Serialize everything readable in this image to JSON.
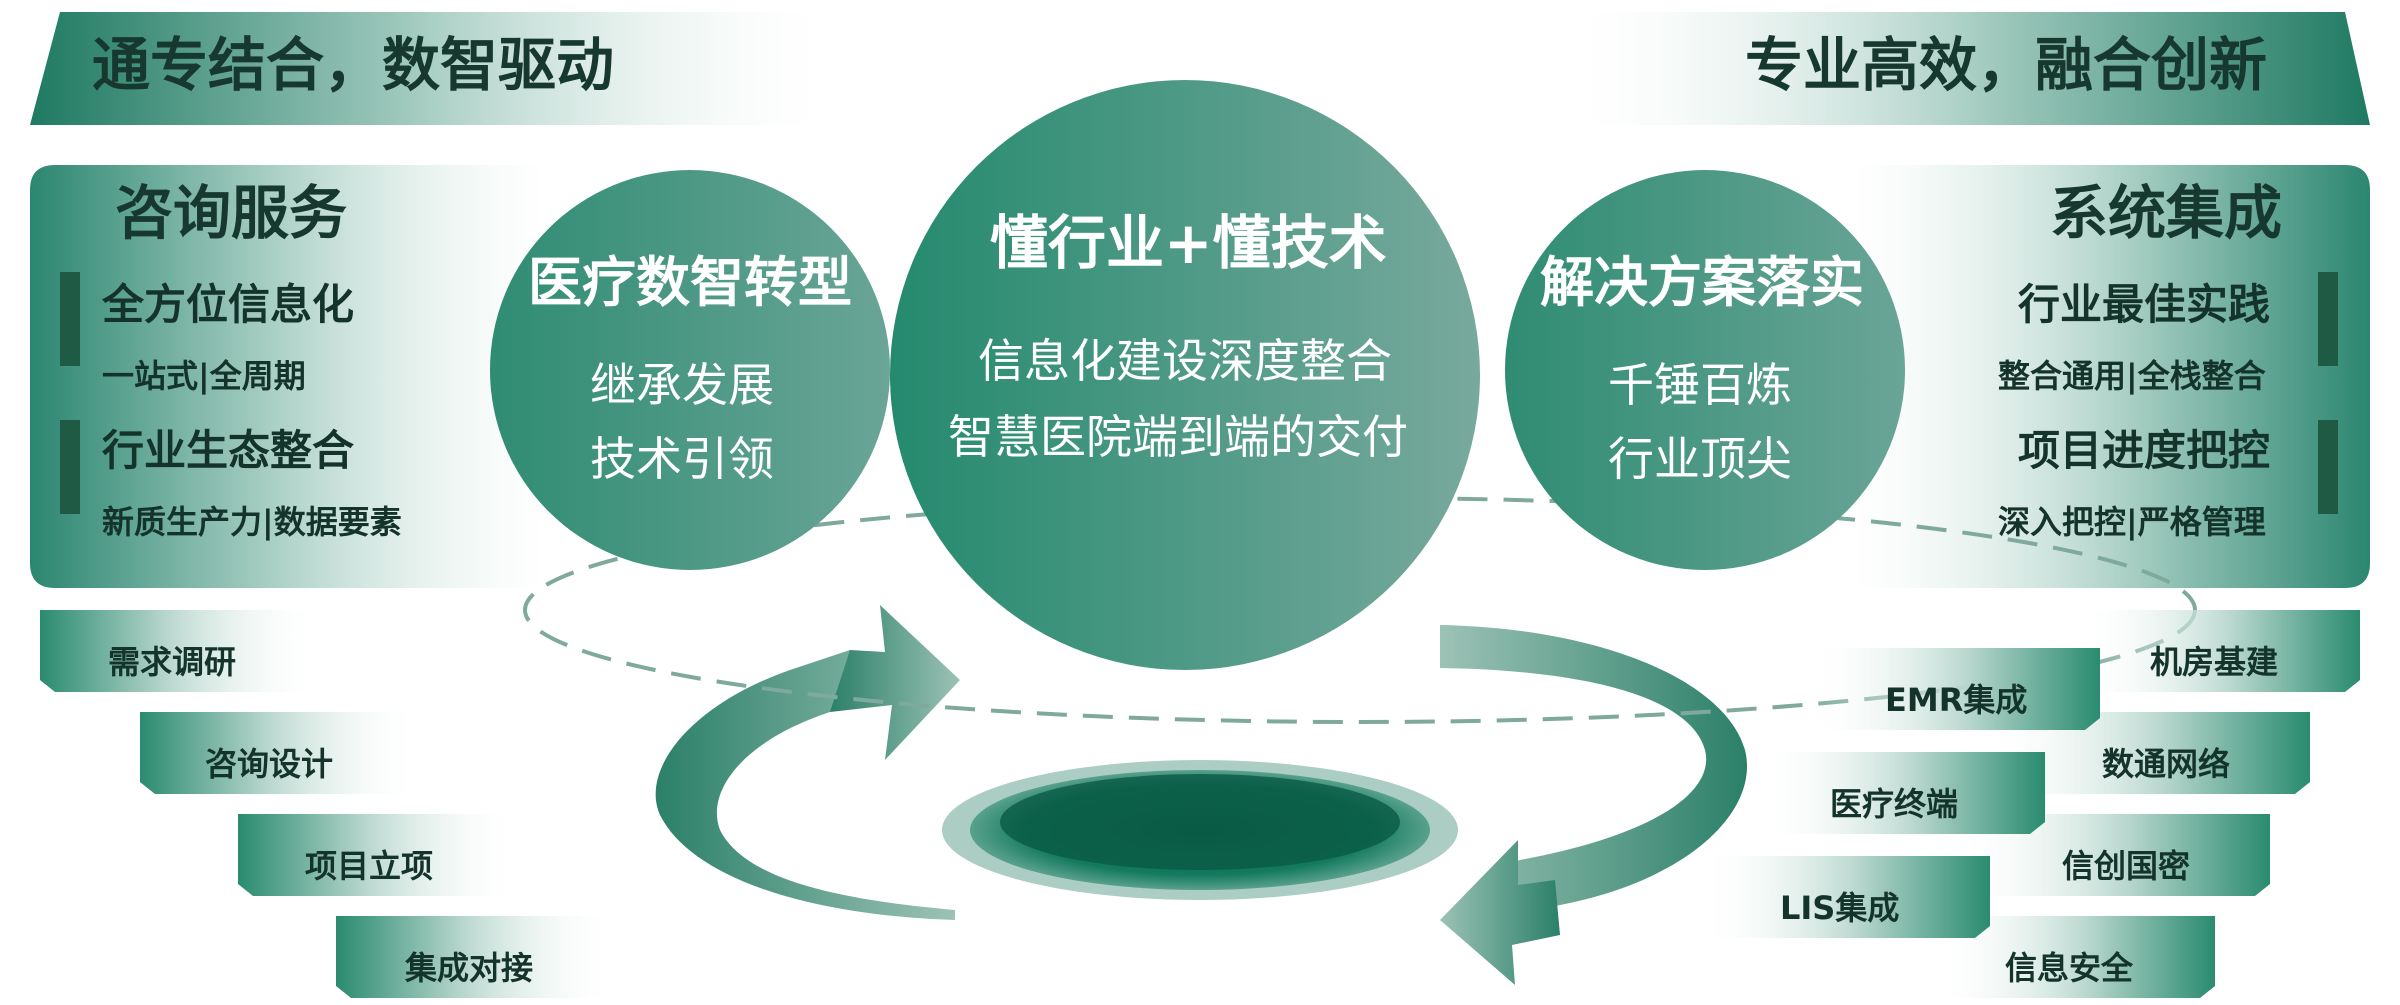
{
  "banners": {
    "left": "通专结合，数智驱动",
    "right": "专业高效，融合创新"
  },
  "left_panel": {
    "title": "咨询服务",
    "items": [
      {
        "title": "全方位信息化",
        "sub": "一站式|全周期"
      },
      {
        "title": "行业生态整合",
        "sub": "新质生产力|数据要素"
      }
    ]
  },
  "right_panel": {
    "title": "系统集成",
    "items": [
      {
        "title": "行业最佳实践",
        "sub": "整合通用|全栈整合"
      },
      {
        "title": "项目进度把控",
        "sub": "深入把控|严格管理"
      }
    ]
  },
  "circles": {
    "left": {
      "title": "医疗数智转型",
      "lines": [
        "继承发展",
        "技术引领"
      ]
    },
    "center": {
      "title": "懂行业+懂技术",
      "lines": [
        "信息化建设深度整合",
        "智慧医院端到端的交付"
      ]
    },
    "right": {
      "title": "解决方案落实",
      "lines": [
        "千锤百炼",
        "行业顶尖"
      ]
    }
  },
  "left_steps": [
    "需求调研",
    "咨询设计",
    "项目立项",
    "集成对接"
  ],
  "right_steps_outer": [
    "机房基建",
    "数通网络",
    "信创国密",
    "信息安全"
  ],
  "right_steps_inner": [
    "EMR集成",
    "医疗终端",
    "LIS集成"
  ],
  "colors": {
    "primary": "#1e7a63",
    "light": "#8ab8ac",
    "dark_text": "#17382f",
    "marker": "#1f5a45",
    "ring": "#0f7057"
  }
}
